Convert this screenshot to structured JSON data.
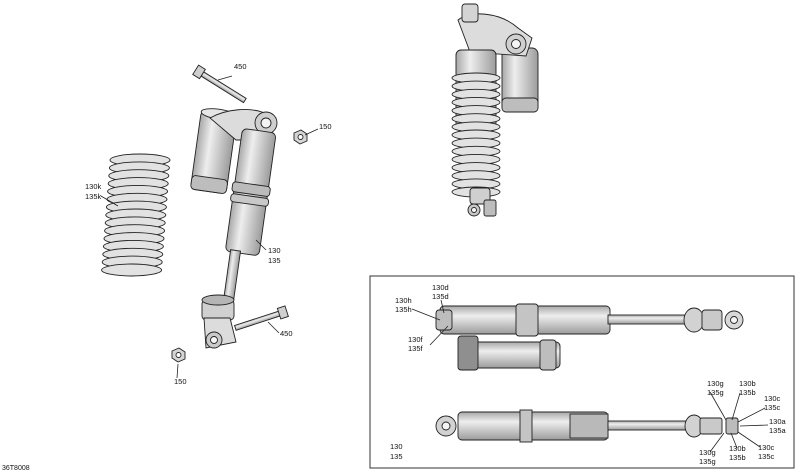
{
  "diagram_code": "36T8008",
  "callouts": {
    "bolt_top": "450",
    "nut_top": "150",
    "spring_a": "130k",
    "spring_b": "135k",
    "shock_a": "130",
    "shock_b": "135",
    "bolt_bottom": "450",
    "nut_bottom": "150"
  },
  "detail": {
    "d_a": "130d",
    "d_b": "135d",
    "h_a": "130h",
    "h_b": "135h",
    "f_a": "130f",
    "f_b": "135f",
    "g1_a": "130g",
    "g1_b": "135g",
    "b1_a": "130b",
    "b1_b": "135b",
    "c1_a": "130c",
    "c1_b": "135c",
    "a_a": "130a",
    "a_b": "135a",
    "c2_a": "130c",
    "c2_b": "135c",
    "g2_a": "130g",
    "g2_b": "135g",
    "b2_a": "130b",
    "b2_b": "135b",
    "main_a": "130",
    "main_b": "135"
  },
  "colors": {
    "part_fill": "#d9d9d9",
    "part_dark": "#9a9a9a",
    "line": "#222222",
    "frame": "#333333"
  }
}
